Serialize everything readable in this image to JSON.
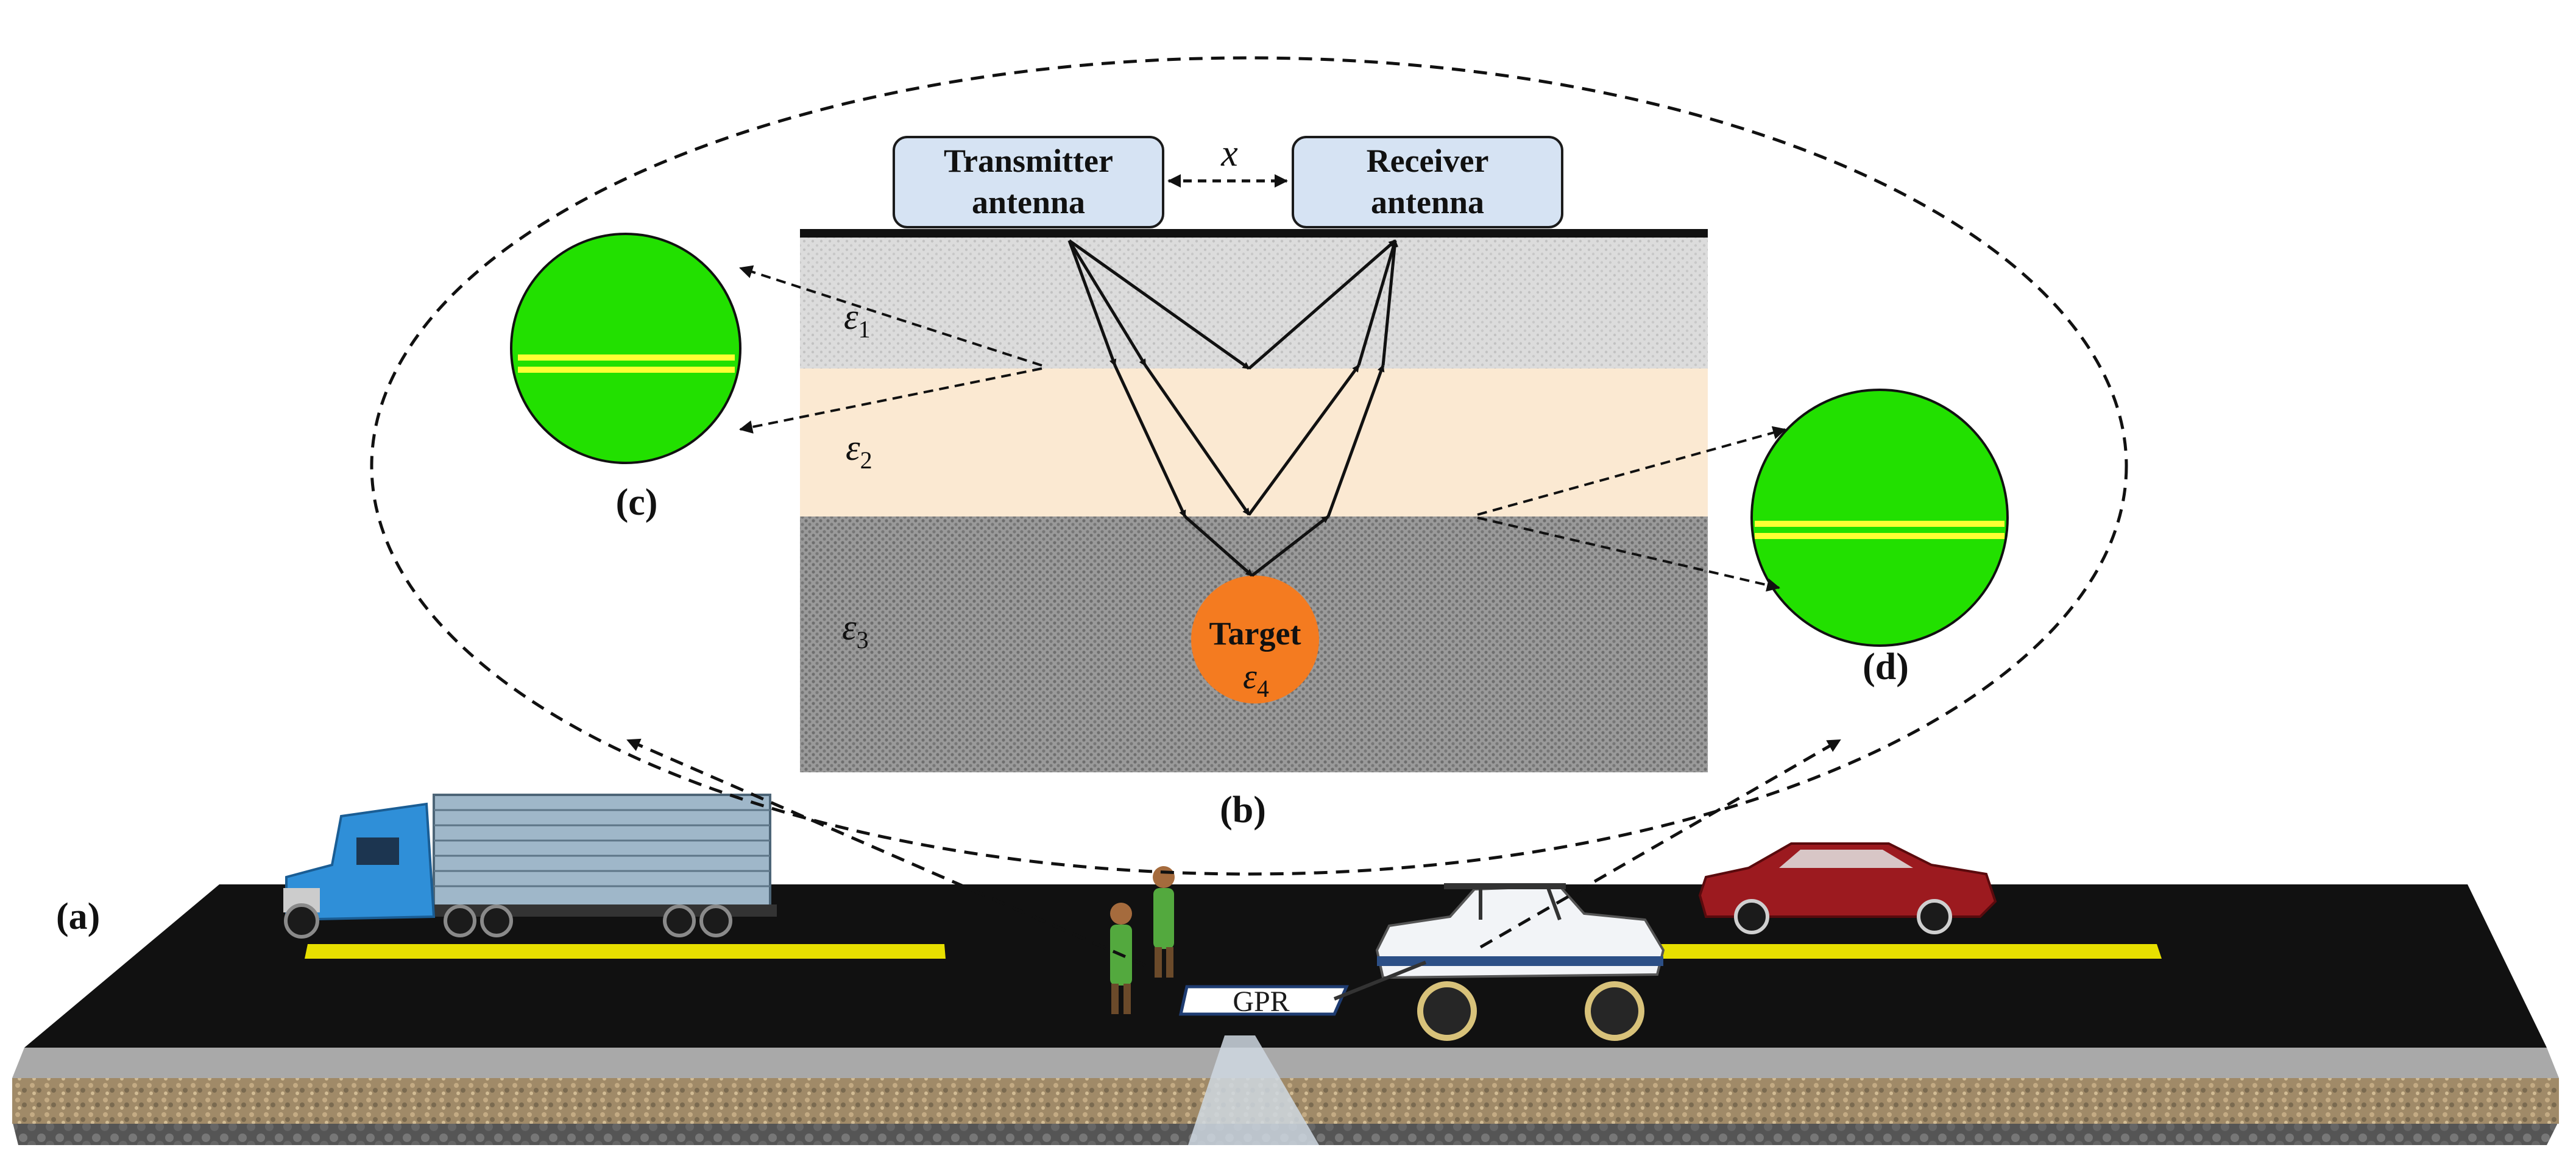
{
  "diagram": {
    "panel_labels": {
      "a": "(a)",
      "b": "(b)",
      "c": "(c)",
      "d": "(d)"
    },
    "transmitter": {
      "line1": "Transmitter",
      "line2": "antenna"
    },
    "receiver": {
      "line1": "Receiver",
      "line2": "antenna"
    },
    "offset_label": "x",
    "layers": [
      {
        "symbol": "ε",
        "index": "1",
        "color": "#d9d9d9"
      },
      {
        "symbol": "ε",
        "index": "2",
        "color": "#fbe9d2"
      },
      {
        "symbol": "ε",
        "index": "3",
        "color": "#8c8c8c"
      }
    ],
    "target": {
      "label": "Target",
      "symbol": "ε",
      "index": "4",
      "color": "#f47b20"
    },
    "gpr_label": "GPR",
    "interface_color": "#22e000",
    "interface_stripe_color": "#ffff33",
    "road_color": "#111111",
    "lane_marking_color": "#e8e000",
    "box_fill": "#d6e3f3"
  }
}
